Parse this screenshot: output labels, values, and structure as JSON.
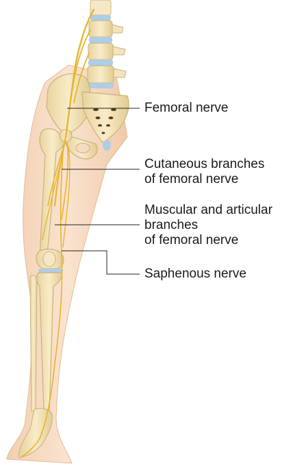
{
  "labels": {
    "femoral_nerve": "Femoral nerve",
    "cutaneous_line1": "Cutaneous branches",
    "cutaneous_line2": "of femoral nerve",
    "muscular_line1": "Muscular and articular",
    "muscular_line2": "branches",
    "muscular_line3": "of femoral nerve",
    "saphenous_nerve": "Saphenous nerve"
  },
  "colors": {
    "skin": "#f7dcc4",
    "skin_shadow": "#ebc3a1",
    "bone": "#f3e4bb",
    "bone_edge": "#c9b27b",
    "disc": "#aecde6",
    "nerve": "#e8b52c",
    "leader_line": "#222222"
  }
}
